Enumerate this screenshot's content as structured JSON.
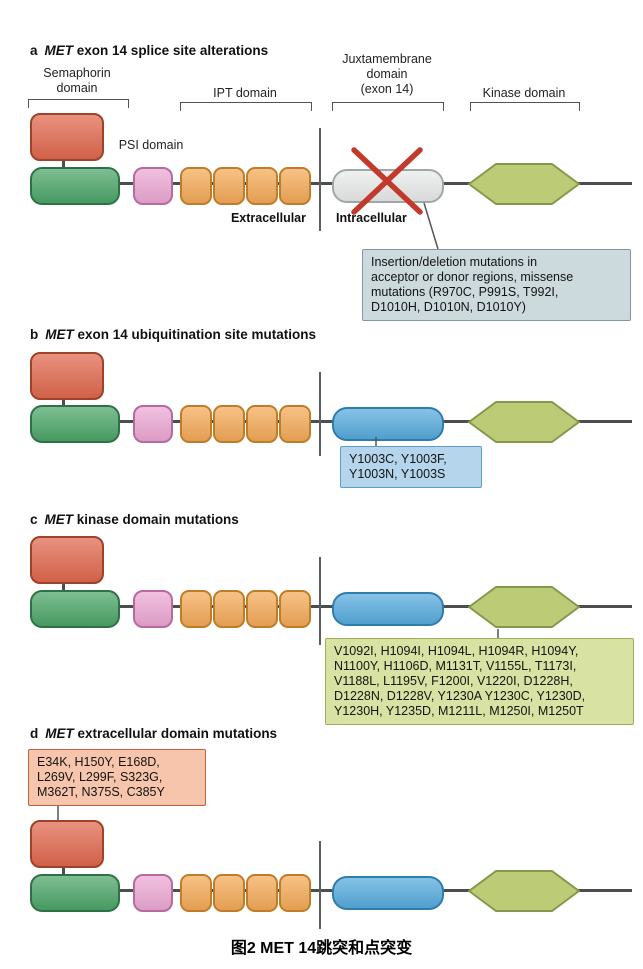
{
  "figure": {
    "caption": "图2 MET 14跳突和点突变"
  },
  "icons": {
    "deletion_x": "✕"
  },
  "colors": {
    "backbone": "#4a4f4d",
    "sema_fill": "#e0684e",
    "sema_border": "#9e4228",
    "green_fill": "#4ca568",
    "green_border": "#2f7147",
    "psi_fill": "#eca8d4",
    "psi_border": "#b66b9e",
    "ipt_fill": "#f4aa58",
    "ipt_border": "#bf7d2a",
    "jm_gray_fill": "#e9ebea",
    "jm_gray_border": "#9fa8a6",
    "jm_blue_fill": "#57abdd",
    "jm_blue_border": "#2f7cae",
    "kinase_fill": "#bccb75",
    "kinase_border": "#84974a",
    "x_mark": "#c23a2c",
    "box_a_fill": "#ccd9dd",
    "box_a_border": "#8099a1",
    "box_b_fill": "#b4d5eb",
    "box_b_border": "#5f9dc8",
    "box_c_fill": "#d8e2a2",
    "box_c_border": "#9fae58",
    "box_d_fill": "#f6c5ab",
    "box_d_border": "#c4603e"
  },
  "shared_labels": {
    "semaphorin_line1": "Semaphorin",
    "semaphorin_line2": "domain",
    "psi": "PSI domain",
    "ipt": "IPT domain",
    "jm_line1": "Juxtamembrane",
    "jm_line2": "domain",
    "jm_line3": "(exon 14)",
    "kinase": "Kinase domain",
    "extracellular": "Extracellular",
    "intracellular": "Intracellular"
  },
  "panels": {
    "a": {
      "letter": "a",
      "gene": "MET",
      "title": "exon 14 splice site alterations",
      "note_lines": [
        "Insertion/deletion mutations in",
        "acceptor or donor regions, missense",
        "mutations (R970C, P991S, T992I,",
        "D1010H, D1010N, D1010Y)"
      ]
    },
    "b": {
      "letter": "b",
      "gene": "MET",
      "title": "exon 14 ubiquitination site mutations",
      "note_lines": [
        "Y1003C, Y1003F,",
        "Y1003N, Y1003S"
      ]
    },
    "c": {
      "letter": "c",
      "gene": "MET",
      "title": "kinase domain mutations",
      "note_lines": [
        "V1092I, H1094I, H1094L, H1094R, H1094Y,",
        "N1100Y, H1106D, M1131T, V1155L, T1173I,",
        "V1188L, L1195V, F1200I, V1220I, D1228H,",
        "D1228N, D1228V, Y1230A Y1230C, Y1230D,",
        "Y1230H, Y1235D, M1211L, M1250I, M1250T"
      ]
    },
    "d": {
      "letter": "d",
      "gene": "MET",
      "title": "extracellular domain mutations",
      "note_lines": [
        "E34K, H150Y, E168D,",
        "L269V, L299F, S323G,",
        "M362T, N375S, C385Y"
      ]
    }
  }
}
